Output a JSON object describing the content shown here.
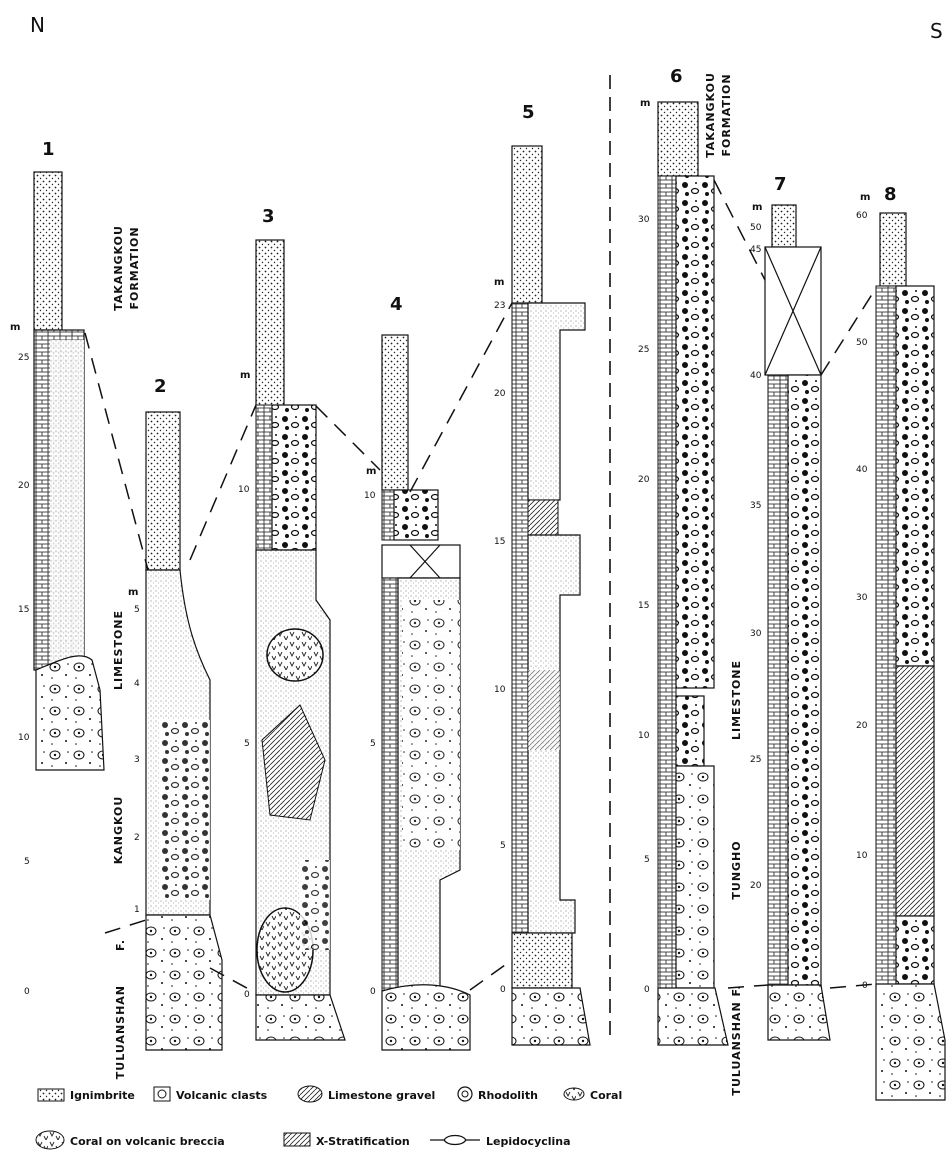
{
  "directions": {
    "north": "N",
    "south": "S"
  },
  "unit": "m",
  "formations": {
    "takangkou_1": "TAKANGKOU",
    "formation_1": "FORMATION",
    "takangkou_6": "TAKANGKOU",
    "formation_6": "FORMATION",
    "limestone_left": "LIMESTONE",
    "kangkou": "KANGKOU",
    "tuluanshan_left": "TULUANSHAN",
    "tuluanshan_left_f": "F.",
    "limestone_right": "LIMESTONE",
    "tungho": "TUNGHO",
    "tuluanshan_right": "TULUANSHAN F."
  },
  "sections": [
    {
      "id": "1",
      "ticks": [
        "0",
        "5",
        "10",
        "15",
        "20",
        "25"
      ]
    },
    {
      "id": "2",
      "ticks": [
        "1",
        "2",
        "3",
        "4",
        "5"
      ]
    },
    {
      "id": "3",
      "ticks": [
        "0",
        "5",
        "10"
      ]
    },
    {
      "id": "4",
      "ticks": [
        "0",
        "5",
        "10"
      ]
    },
    {
      "id": "5",
      "ticks": [
        "0",
        "5",
        "10",
        "15",
        "20",
        "23"
      ]
    },
    {
      "id": "6",
      "ticks": [
        "0",
        "5",
        "10",
        "15",
        "20",
        "25",
        "30"
      ]
    },
    {
      "id": "7",
      "ticks": [
        "20",
        "25",
        "30",
        "35",
        "40",
        "45",
        "50"
      ]
    },
    {
      "id": "8",
      "ticks": [
        "0",
        "10",
        "20",
        "30",
        "40",
        "50",
        "60"
      ]
    }
  ],
  "legend": {
    "row1": [
      "Ignimbrite",
      "Volcanic clasts",
      "Limestone gravel",
      "Rhodolith",
      "Coral"
    ],
    "row2": [
      "Coral on volcanic breccia",
      "X-Stratification",
      "Lepidocyclina"
    ]
  }
}
